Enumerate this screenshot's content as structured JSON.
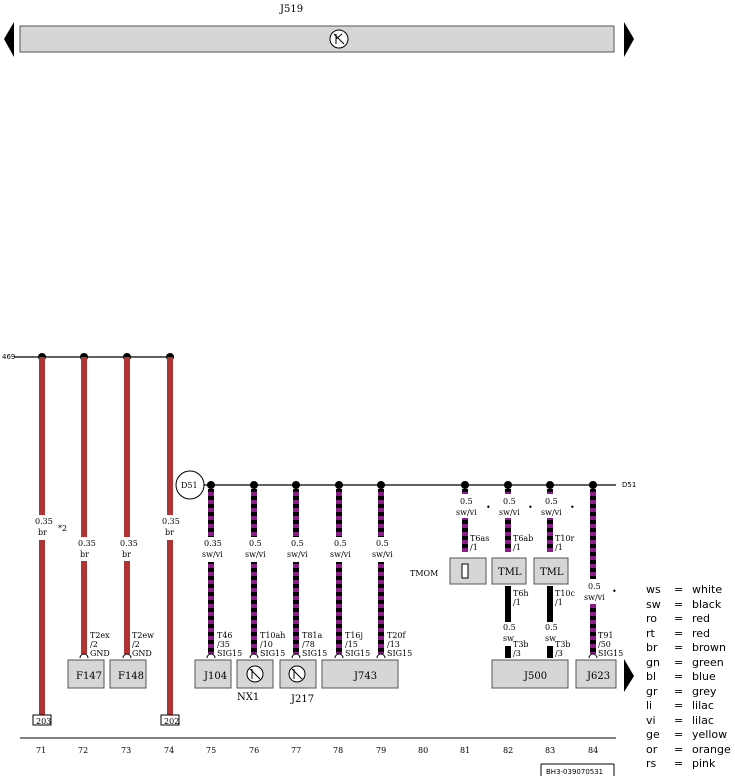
{
  "header": {
    "title": "J519"
  },
  "top_bus_label": "469",
  "d51_label": "D51",
  "d51_bus_label": "D51",
  "tmom_label": "TMOM",
  "wires": [
    {
      "col": "71",
      "size": "0.35",
      "color": "br",
      "terminal_top": "",
      "terminal_pin": "",
      "note": "*2",
      "ref": "203"
    },
    {
      "col": "72",
      "size": "0.35",
      "color": "br",
      "terminal_top": "T2ex",
      "terminal_pin": "/2",
      "gnd": "GND",
      "comp": "F147"
    },
    {
      "col": "73",
      "size": "0.35",
      "color": "br",
      "terminal_top": "T2ew",
      "terminal_pin": "/2",
      "gnd": "GND",
      "comp": "F148"
    },
    {
      "col": "74",
      "size": "0.35",
      "color": "br",
      "ref": "202"
    },
    {
      "col": "75",
      "size": "0.35",
      "color": "sw/vi",
      "terminal_top": "T46",
      "terminal_pin": "/35",
      "sig": "SIG15",
      "comp": "J104"
    },
    {
      "col": "76",
      "size": "0.5",
      "color": "sw/vi",
      "terminal_top": "T10ah",
      "terminal_pin": "/10",
      "sig": "SIG15",
      "comp": "NX1"
    },
    {
      "col": "77",
      "size": "0.5",
      "color": "sw/vi",
      "terminal_top": "T81a",
      "terminal_pin": "/78",
      "sig": "SIG15",
      "comp": "J217"
    },
    {
      "col": "78",
      "size": "0.5",
      "color": "sw/vi",
      "terminal_top": "T16j",
      "terminal_pin": "/15",
      "sig": "SIG15"
    },
    {
      "col": "79",
      "size": "0.5",
      "color": "sw/vi",
      "terminal_top": "T20f",
      "terminal_pin": "/13",
      "sig": "SIG15",
      "comp": "J743"
    },
    {
      "col": "81",
      "size": "0.5",
      "color": "sw/vi",
      "terminal_top": "T6as",
      "terminal_pin": "/1"
    },
    {
      "col": "82",
      "size": "0.5",
      "color": "sw/vi",
      "terminal_top": "T6ab",
      "terminal_pin": "/1",
      "comp": "TML",
      "mid_top": "T6h",
      "mid_pin": "/1",
      "low_size": "0.5",
      "low_color": "sw",
      "low_top": "T3b",
      "low_pin": "/3"
    },
    {
      "col": "83",
      "size": "0.5",
      "color": "sw/vi",
      "terminal_top": "T10r",
      "terminal_pin": "/1",
      "comp": "TML",
      "mid_top": "T10c",
      "mid_pin": "/1",
      "low_size": "0.5",
      "low_color": "sw",
      "low_top": "T3b",
      "low_pin": "/3",
      "comp2": "J500"
    },
    {
      "col": "84",
      "size": "0.5",
      "color": "sw/vi",
      "size2": "0.5",
      "color2": "sw/vi",
      "terminal_top": "T91",
      "terminal_pin": "/50",
      "sig": "SIG15",
      "comp": "J623"
    }
  ],
  "columns": [
    "71",
    "72",
    "73",
    "74",
    "75",
    "76",
    "77",
    "78",
    "79",
    "80",
    "81",
    "82",
    "83",
    "84"
  ],
  "footer_code": "BH3-039070531",
  "legend": [
    {
      "abbr": "ws",
      "eq": "=",
      "value": "white"
    },
    {
      "abbr": "sw",
      "eq": "=",
      "value": "black"
    },
    {
      "abbr": "ro",
      "eq": "=",
      "value": "red"
    },
    {
      "abbr": "rt",
      "eq": "=",
      "value": "red"
    },
    {
      "abbr": "br",
      "eq": "=",
      "value": "brown"
    },
    {
      "abbr": "gn",
      "eq": "=",
      "value": "green"
    },
    {
      "abbr": "bl",
      "eq": "=",
      "value": "blue"
    },
    {
      "abbr": "gr",
      "eq": "=",
      "value": "grey"
    },
    {
      "abbr": "li",
      "eq": "=",
      "value": "lilac"
    },
    {
      "abbr": "vi",
      "eq": "=",
      "value": "lilac"
    },
    {
      "abbr": "ge",
      "eq": "=",
      "value": "yellow"
    },
    {
      "abbr": "or",
      "eq": "=",
      "value": "orange"
    },
    {
      "abbr": "rs",
      "eq": "=",
      "value": "pink"
    }
  ],
  "colors": {
    "brown_wire": "#b03434",
    "purple": "#8b1a8b",
    "black": "#000000",
    "box_fill": "#d6d6d6"
  }
}
